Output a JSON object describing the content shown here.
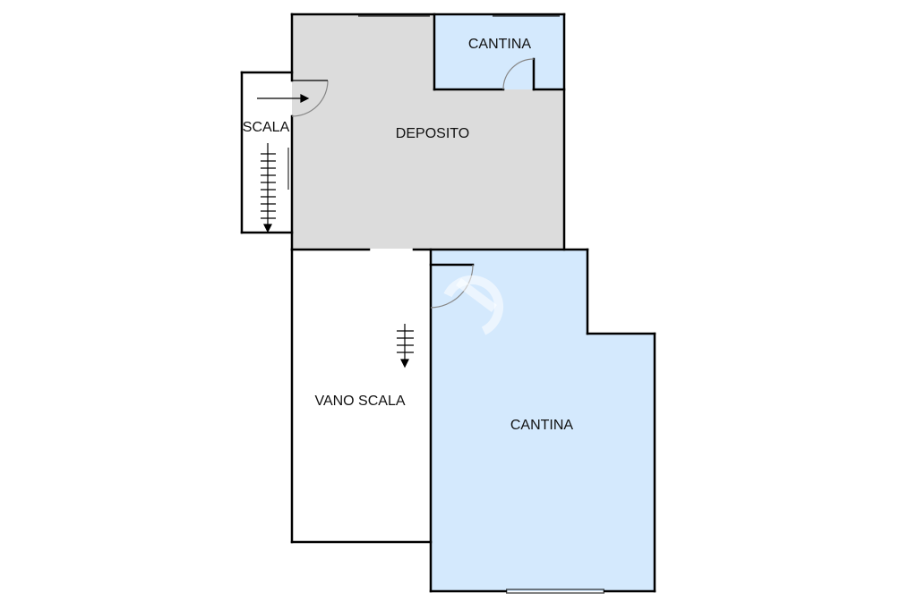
{
  "colors": {
    "wall": "#000000",
    "deposito_fill": "#dcdcdc",
    "cantina_fill": "#d4e9fd",
    "vano_fill": "#ffffff",
    "door_arc": "#888888"
  },
  "rooms": {
    "deposito": "DEPOSITO",
    "cantina_small": "CANTINA",
    "cantina_large": "CANTINA",
    "scala": "SCALA",
    "vano_scala": "VANO SCALA"
  },
  "icons": [
    "stair-arrow-icon",
    "door-swing-icon",
    "watermark-logo-icon"
  ]
}
